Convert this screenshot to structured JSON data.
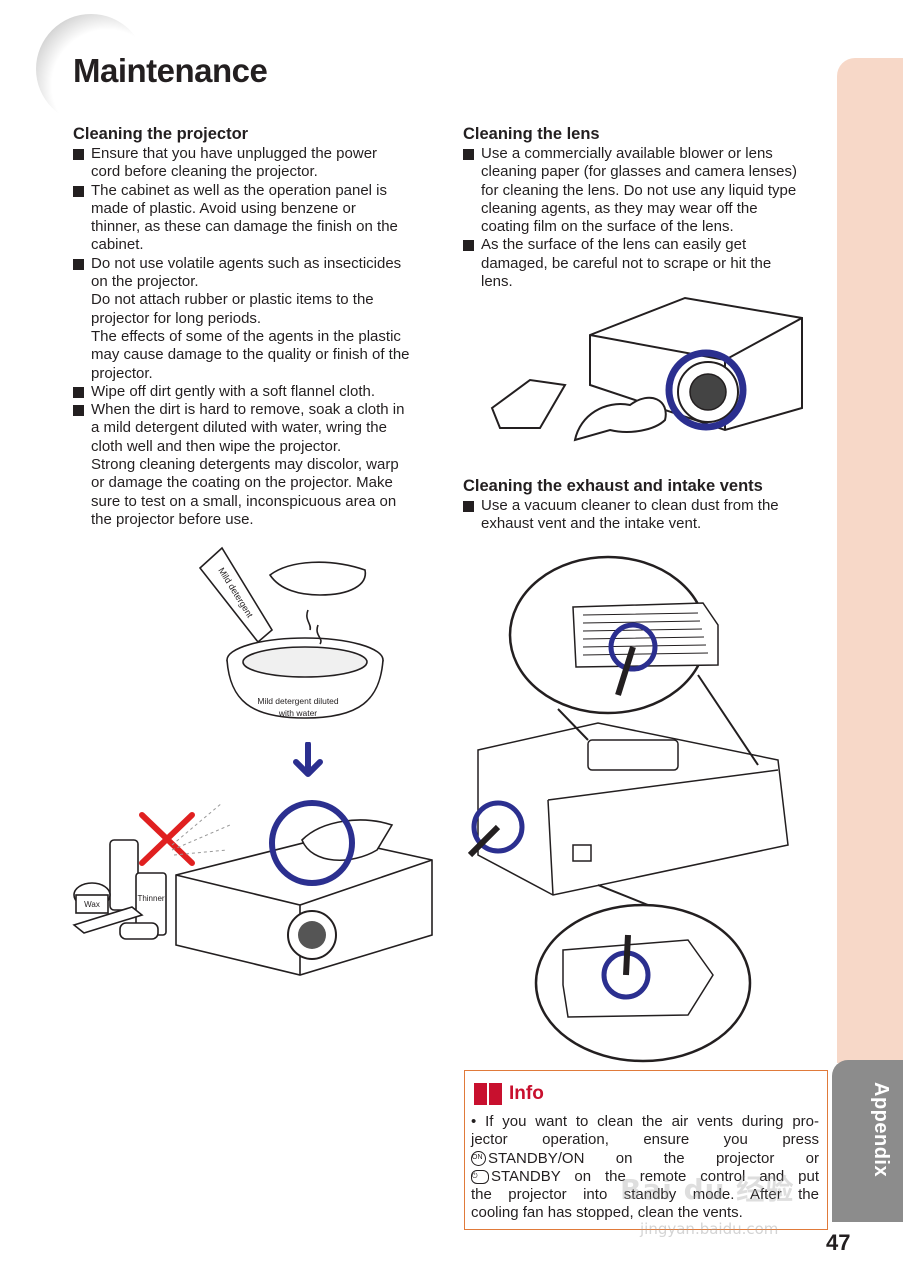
{
  "page": {
    "title": "Maintenance",
    "side_tab": "Appendix",
    "page_number": "47"
  },
  "cleaning_projector": {
    "heading": "Cleaning the projector",
    "bullets": [
      [
        "Ensure that you have unplugged the power",
        "cord before cleaning the projector."
      ],
      [
        "The cabinet as well as the operation panel is",
        "made of plastic. Avoid using benzene or",
        "thinner, as these can damage the finish on the",
        "cabinet."
      ],
      [
        "Do not use volatile agents such as insecticides",
        "on the projector.",
        "Do not attach rubber or plastic items to the",
        "projector for long periods.",
        "The effects of some of the agents in the plastic",
        "may cause damage to the quality or finish of the",
        "projector."
      ],
      [
        "Wipe off dirt gently with a soft flannel cloth."
      ],
      [
        "When the dirt is hard to remove, soak a cloth in",
        "a mild detergent diluted with water, wring the",
        "cloth well and then wipe the projector.",
        "Strong cleaning detergents may discolor, warp",
        "or damage the coating on the projector. Make",
        "sure to test on a small, inconspicuous area on",
        "the projector before use."
      ]
    ]
  },
  "cleaning_lens": {
    "heading": "Cleaning the lens",
    "bullets": [
      [
        "Use a commercially available blower or lens",
        "cleaning paper (for glasses and camera lenses)",
        "for cleaning the lens. Do not use any liquid type",
        "cleaning agents, as they may wear off the",
        "coating film on the surface of the lens."
      ],
      [
        "As the surface of the lens can easily get",
        "damaged, be careful not to scrape or hit the",
        "lens."
      ]
    ]
  },
  "cleaning_vents": {
    "heading": "Cleaning the exhaust and intake vents",
    "bullets": [
      [
        "Use a vacuum cleaner to clean dust from the",
        "exhaust vent and the intake vent."
      ]
    ]
  },
  "illustration_labels": {
    "bottle_label": "Mild detergent",
    "bowl_label_1": "Mild detergent diluted",
    "bowl_label_2": "with water",
    "wax_label": "Wax",
    "thinner_label": "Thinner"
  },
  "info": {
    "title": "Info",
    "lines": [
      "• If you want to clean the air vents during pro-",
      "jector operation, ensure you press",
      "STANDBY/ON on the projector or",
      "STANDBY on the remote control and put",
      "the projector into standby mode. After the",
      "cooling fan has stopped, clean the vents."
    ],
    "on_glyph": "ON"
  },
  "watermark": {
    "text_1": "Bai du 经验",
    "text_2": "jingyan.baidu.com"
  },
  "colors": {
    "highlight_circle": "#2b2f8f",
    "cross": "#e02020",
    "side_tab": "#f7d8c8",
    "side_tab_active": "#8c8c8c",
    "info_border": "#e07a3a",
    "info_title": "#c8102e"
  }
}
